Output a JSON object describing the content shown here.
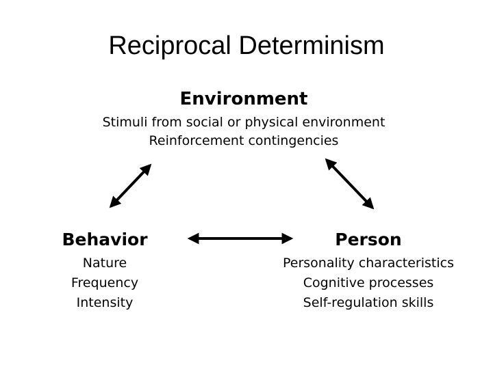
{
  "title": "Reciprocal Determinism",
  "environment": {
    "heading": "Environment",
    "lines": [
      "Stimuli from social or physical environment",
      "Reinforcement contingencies"
    ]
  },
  "behavior": {
    "heading": "Behavior",
    "lines": [
      "Nature",
      "Frequency",
      "Intensity"
    ]
  },
  "person": {
    "heading": "Person",
    "lines": [
      "Personality characteristics",
      "Cognitive processes",
      "Self-regulation skills"
    ]
  },
  "colors": {
    "text": "#000000",
    "arrow": "#000000",
    "background": "#ffffff"
  }
}
